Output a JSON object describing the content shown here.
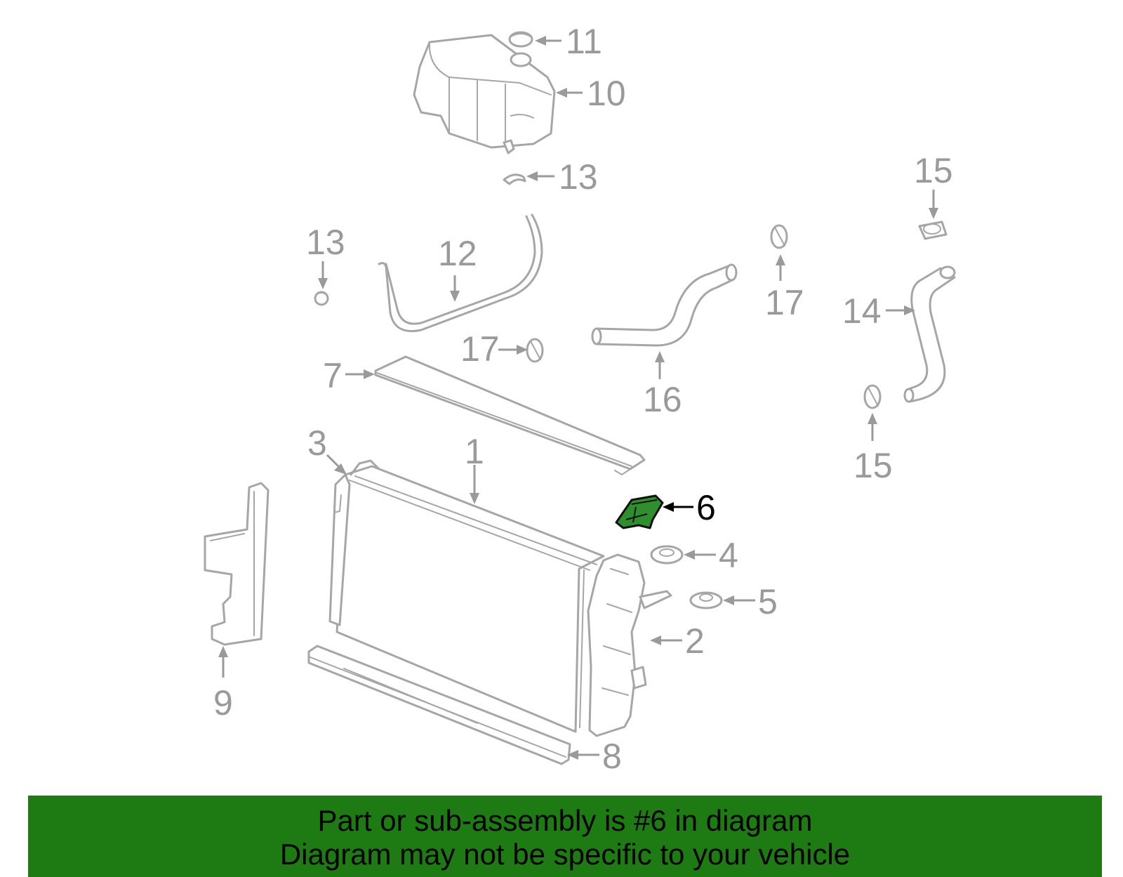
{
  "callouts": {
    "c1": "1",
    "c2": "2",
    "c3": "3",
    "c4": "4",
    "c5": "5",
    "c6": "6",
    "c7": "7",
    "c8": "8",
    "c9": "9",
    "c10": "10",
    "c11": "11",
    "c12": "12",
    "c13a": "13",
    "c13b": "13",
    "c14": "14",
    "c15a": "15",
    "c15b": "15",
    "c16": "16",
    "c17a": "17",
    "c17b": "17"
  },
  "highlighted_part": "6",
  "colors": {
    "highlight": "#2f8f2f",
    "banner": "#1e7a12",
    "line_art": "#a6a6a6"
  },
  "banner": {
    "line1": "Part or sub-assembly is #6 in diagram",
    "line2": "Diagram may not be specific to your vehicle"
  }
}
